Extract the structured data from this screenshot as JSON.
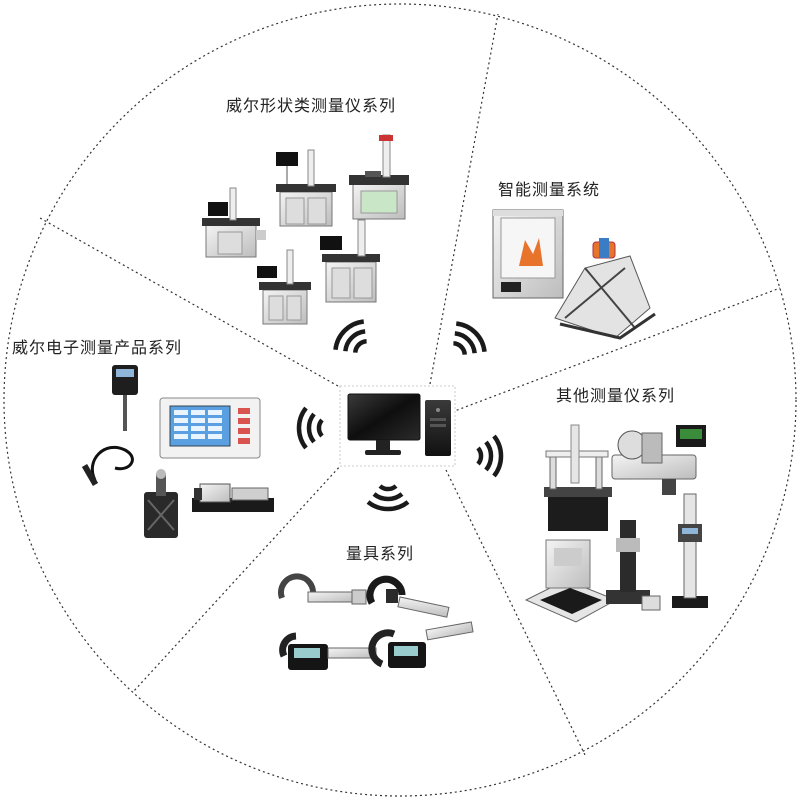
{
  "segments": {
    "shape": {
      "label": "威尔形状类测量仪系列",
      "icon": "form-measuring-instrument-icon"
    },
    "smart": {
      "label": "智能测量系统",
      "icon": "3d-printer-icon"
    },
    "electronic": {
      "label": "威尔电子测量产品系列",
      "icon": "electronic-gauge-icon"
    },
    "other": {
      "label": "其他测量仪系列",
      "icon": "cmm-machine-icon"
    },
    "gauge": {
      "label": "量具系列",
      "icon": "micrometer-icon"
    }
  },
  "center": {
    "icon": "desktop-computer-icon"
  },
  "signals": {
    "icon": "wireless-signal-icon"
  },
  "colors": {
    "line": "#333333",
    "panel": "#e8e8e8",
    "dark": "#1c1c1c",
    "screen": "#2a6fb0",
    "accent": "#d9534f",
    "orange": "#e8742c"
  }
}
